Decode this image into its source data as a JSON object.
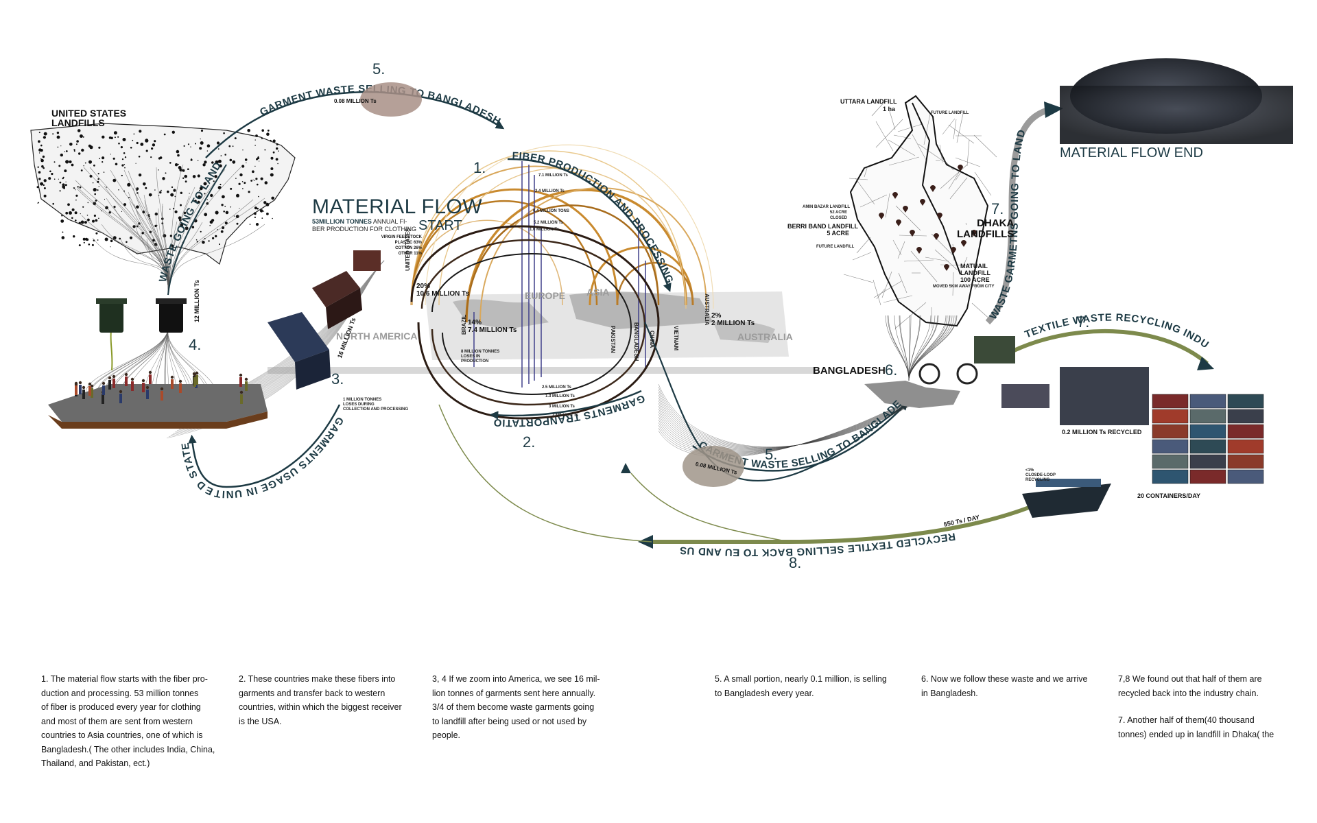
{
  "colors": {
    "flow_dark": "#1d3a44",
    "fiber_orange": "#c98a2e",
    "fiber_light": "#e9c98d",
    "recycle_green": "#7d8a4c",
    "landfill_gray": "#9b9b9b",
    "text": "#111111"
  },
  "titles": {
    "start_line1": "MATERIAL FLOW",
    "start_line2": "START",
    "start_sub_bold": "53MILLION TONNES",
    "start_sub_rest": " ANNUAL FI-",
    "start_sub_line2": "BER PRODUCTION FOR CLOTHING",
    "composition": [
      "VIRGIN FEEDSTOCK",
      "PLASTIC 63%",
      "COTTON 26%",
      "OTHER 11%"
    ],
    "end": "MATERIAL FLOW END"
  },
  "places": {
    "us_landfills": [
      "UNITED STATES",
      "LANDFILLS"
    ],
    "bangladesh": "BANGLADESH",
    "dhaka_landfills": [
      "DHAKA",
      "LANDFILLS"
    ],
    "uttara": [
      "UTTARA LANDFILL",
      "1 ha"
    ],
    "future_landfill": "FUTURE LANDFILL",
    "future_landfill_2": "FUTURE LANDFILL",
    "amin_bazar": [
      "AMIN BAZAR LANDFILL",
      "52 ACRE",
      "CLOSED"
    ],
    "berri_band": [
      "BERRI BAND LANDFILL",
      "5 ACRE"
    ],
    "matuail": [
      "MATUAIL",
      "LANDFILL",
      "100 ACRE"
    ],
    "moved_from_city": "MOVED 5KM AWAY FROM CITY"
  },
  "regions": {
    "north_america": "NORTH AMERICA",
    "europe": "EUROPE",
    "asia": "ASIA",
    "australia": "AUSTRALIA"
  },
  "countries": {
    "united_states": "UNITED STATES",
    "brazil": "BRAZIL",
    "pakistan": "PAKISTAN",
    "bangladesh": "BANGLADESH",
    "china": "CHINA",
    "vietnam": "VIETNAM",
    "australia": "AUSTRALIA"
  },
  "flows": {
    "f1": "FIBER  PRODUCTION AND PROCESSING",
    "f2": "GARMENTS TRANPORTATION",
    "f3": "GARMENTS USAGE IN UNITED STATES",
    "f4": "WASTE GOING TO LANDFILL IN US",
    "f5_top": "GARMENT WASTE SELLING TO BANGLADESH",
    "f5_bottom": "GARMENT WASTE SELLING TO BANGLADESH",
    "f7_recycle": "TEXTILE WASTE RECYCLING INDUSTRY",
    "f7_landfill": "WASTE GARMETNS GOING TO LANDFILL",
    "f8": "RECYCLED TEXTILE SELLING BACK TO EU AND US"
  },
  "step_numbers": {
    "n1": "1.",
    "n2": "2.",
    "n3": "3.",
    "n4": "4.",
    "n5_top": "5.",
    "n5_bottom": "5.",
    "n6": "6.",
    "n7_top": "7.",
    "n7_right": "7.",
    "n8": "8."
  },
  "quantities": {
    "us_share": "20%",
    "us_amount": "10.6 MILLION Ts",
    "brazil_share": "14%",
    "brazil_amount": "7.4 MILLION Ts",
    "australia_share": "2%",
    "australia_amount": "2 MILLION Ts",
    "top_sale": "0.08 MILLION Ts",
    "bottom_sale": "0.08 MILLION Ts",
    "us_usage": "16 MILLION Ts",
    "us_landfill": "12 MILLION Ts",
    "arc_labels": [
      "7.1 MILLION Ts",
      "2.4 MILLION Ts",
      "0.4 MILLION TONS",
      "5.2 MILLION Ts",
      "1.6 MILLION Ts",
      "2.5 MILLION Ts",
      "1.3 MILLION Ts",
      "3 MILLION Ts",
      "2 MILLION Ts"
    ],
    "loss_note": [
      "1 MILLION TONNES",
      "LOSES DURING",
      "COLLECTION AND PROCESSING"
    ],
    "production_loss": [
      "8 MILLION TONNES",
      "LOSES IN",
      "PRODUCTION"
    ],
    "recycled": "0.2 MILLION Ts RECYCLED",
    "containers": "20 CONTAINERS/DAY",
    "per_day": "550 Ts / DAY",
    "closed_loop": [
      "<1%",
      "CLOSDE-LOOP",
      "RECYCLING"
    ]
  },
  "notes": [
    "1. The material flow starts with the fiber pro-\nduction and processing. 53 million tonnes\nof fiber is produced every year for clothing\nand most of them are sent from western\ncountries to Asia countries, one of which is\nBangladesh.( The other includes India, China,\nThailand, and Pakistan, ect.)",
    "2. These countries make these fibers into\ngarments and transfer back to western\ncountries, within which the biggest receiver\nis the USA.",
    "3, 4 If we zoom into America, we see 16 mil-\nlion tonnes of garments sent here annually.\n3/4 of them become waste garments going\nto landfill after being used or not used by\npeople.",
    "5. A small portion, nearly 0.1 million, is selling\nto Bangladesh every year.",
    "6. Now we follow these waste and we arrive\nin Bangladesh.",
    "7,8 We found out that half of them are\nrecycled back into the industry chain.",
    "7. Another half of them(40 thousand\ntonnes) ended up in landfill in Dhaka( the"
  ]
}
